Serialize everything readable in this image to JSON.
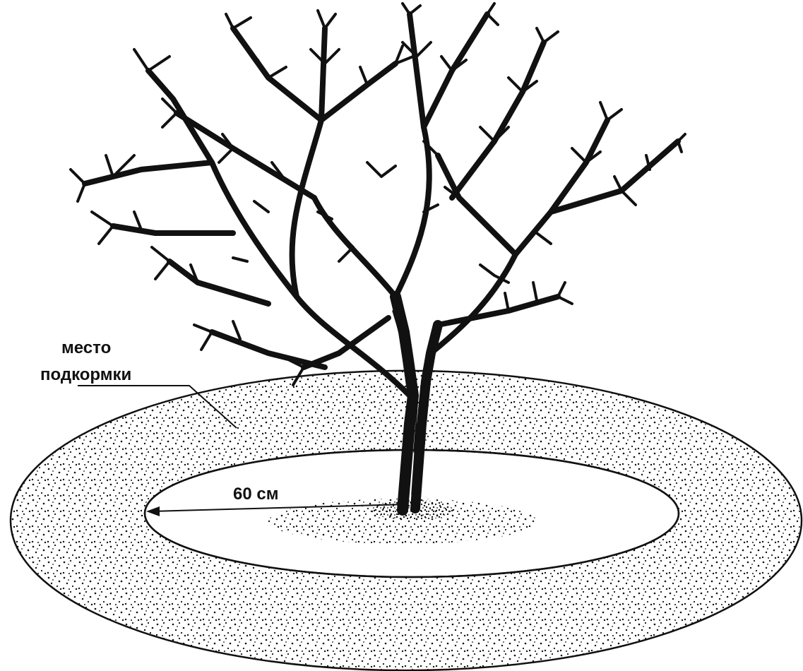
{
  "labels": {
    "feeding_place_line1": "место",
    "feeding_place_line2": "подкормки",
    "radius": "60 см"
  },
  "icons": [
    "tree-icon"
  ],
  "colors": {
    "ink": "#111111",
    "background": "#ffffff"
  }
}
